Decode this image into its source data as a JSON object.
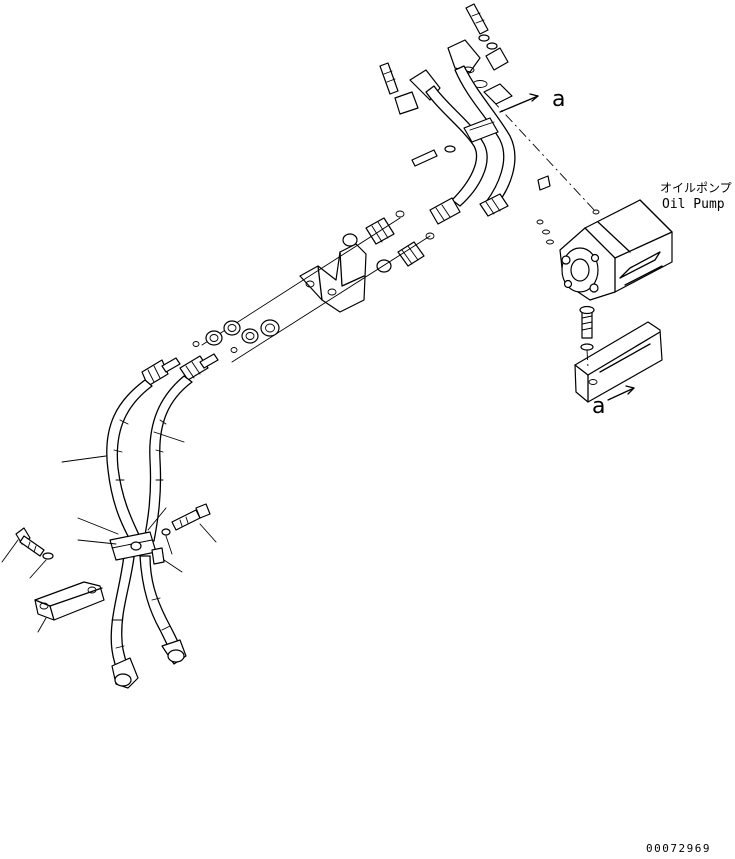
{
  "labels": {
    "pump_jp": "オイルポンプ",
    "pump_en": "Oil Pump",
    "view_a_top": "a",
    "view_a_bottom": "a"
  },
  "drawing_code": "00072969"
}
